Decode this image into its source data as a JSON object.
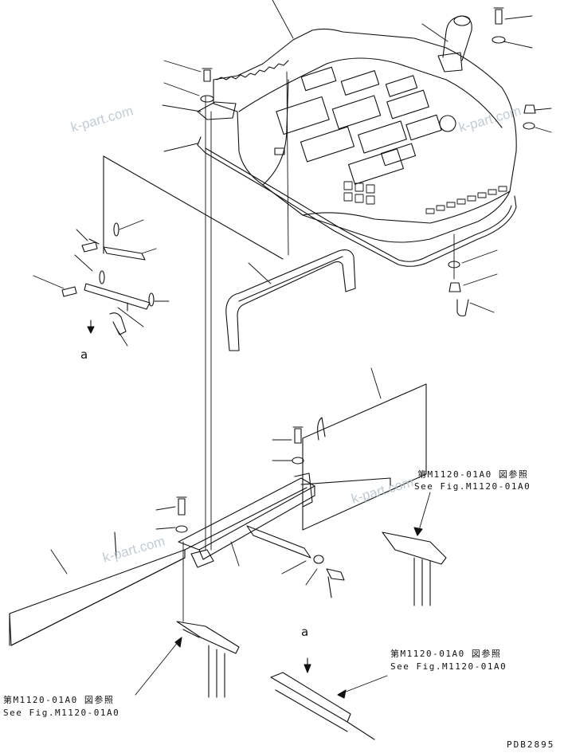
{
  "watermarks": [
    "k-part.com",
    "k-part.com",
    "k-part.com",
    "k-part.com"
  ],
  "callouts": {
    "a_upper": "a",
    "a_lower": "a"
  },
  "references": [
    {
      "jp": "第M1120-01A0 図参照",
      "en": "See Fig.M1120-01A0"
    },
    {
      "jp": "第M1120-01A0 図参照",
      "en": "See Fig.M1120-01A0"
    },
    {
      "jp": "第M1120-01A0 図参照",
      "en": "See Fig.M1120-01A0"
    }
  ],
  "drawing_code": "PDB2895"
}
